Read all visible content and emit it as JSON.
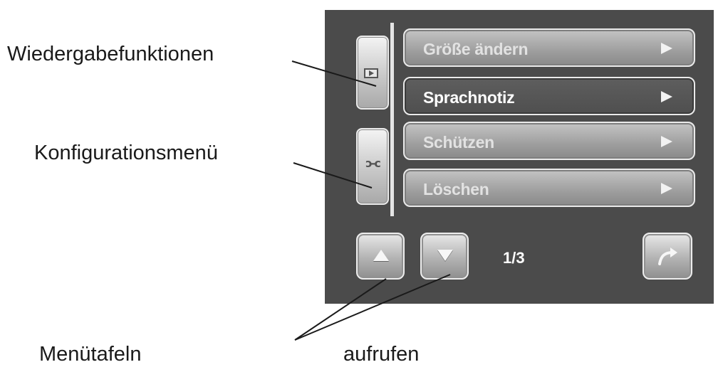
{
  "annotations": {
    "playback_functions": "Wiedergabefunktionen",
    "config_menu": "Konfigurationsmenü",
    "menu_panels": "Menütafeln",
    "call_up": "aufrufen"
  },
  "side_tabs": [
    {
      "id": "playback",
      "icon": "play-icon",
      "active": true
    },
    {
      "id": "setup",
      "icon": "wrench-icon",
      "active": false
    }
  ],
  "menu": {
    "items": [
      {
        "label": "Größe ändern",
        "selected": false
      },
      {
        "label": "Sprachnotiz",
        "selected": true
      },
      {
        "label": "Schützen",
        "selected": false
      },
      {
        "label": "Löschen",
        "selected": false
      }
    ]
  },
  "pagination": {
    "indicator": "1/3",
    "current": 1,
    "total": 3
  },
  "buttons": {
    "up_icon": "triangle-up-icon",
    "down_icon": "triangle-down-icon",
    "return_icon": "return-arrow-icon"
  },
  "colors": {
    "screen_bg": "#4b4b4b",
    "selected_item": "#555555",
    "item_border": "#eaeaea"
  }
}
